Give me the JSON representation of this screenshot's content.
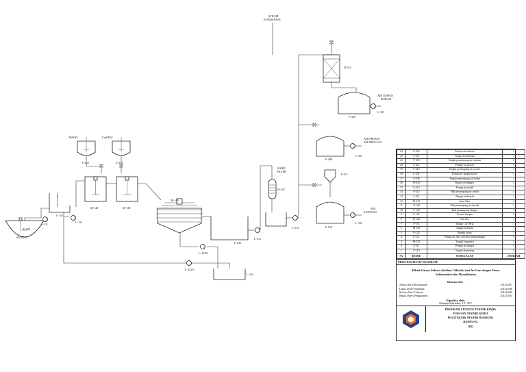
{
  "flow_labels": {
    "steam": "STEAM",
    "kondensat": "KONDENSAT",
    "sand_filter_1": "SAND",
    "sand_filter_2": "FILTER",
    "air_umpan_boiler_1": "AIR UMPAN",
    "air_umpan_boiler_2": "BOILER",
    "air_proses_1": "AIR PROSES",
    "air_proses_2": "AIR PENCUCI",
    "air_sanitasi_1": "AIR",
    "air_sanitasi_2": "SANITASI",
    "sungai": "SUNGAI",
    "tawas": "TAWAS",
    "caoh2": "Ca(OH)2"
  },
  "equipment_tags": {
    "l111": "L-111",
    "l121": "L-121",
    "l110": "L-110",
    "f100": "F-100",
    "f122": "F-122",
    "f131": "F-131",
    "m120": "M-120",
    "m130": "M-130",
    "b140": "B-140",
    "f143": "F-143",
    "l142": "L-142",
    "l141b": "L-141B",
    "l141a": "L-141A",
    "l211": "L-211",
    "h210": "H-210",
    "l213": "L-213",
    "d310": "D-310",
    "f330": "F-330",
    "l331": "L-331",
    "f400": "F-400",
    "l411": "L-411",
    "f511": "F-511",
    "f510": "F-510",
    "l512": "L-512"
  },
  "legend": {
    "headers": {
      "no": "No",
      "kode": "KODE",
      "nama": "NAMA ALAT",
      "jumlah": "JUMLAH"
    },
    "rows": [
      {
        "no": "22",
        "kode": "L-512",
        "nama": "Pompa air sanitasi",
        "jumlah": "1"
      },
      {
        "no": "23",
        "kode": "F-511",
        "nama": "Tangki desinfektan",
        "jumlah": "1"
      },
      {
        "no": "21",
        "kode": "F-510",
        "nama": "Tangki penampung air sanitasi",
        "jumlah": "1"
      },
      {
        "no": "20",
        "kode": "L-411",
        "nama": "Pompa air proses",
        "jumlah": "1"
      },
      {
        "no": "19",
        "kode": "F-410",
        "nama": "Tangki penampung air proses",
        "jumlah": "1"
      },
      {
        "no": "18",
        "kode": "L-331",
        "nama": "Pompa air umpan boiler",
        "jumlah": "1"
      },
      {
        "no": "17",
        "kode": "F-330",
        "nama": "Tangki penampung air boiler",
        "jumlah": "1"
      },
      {
        "no": "16",
        "kode": "D-310",
        "nama": "Kation exchanger",
        "jumlah": "1"
      },
      {
        "no": "15",
        "kode": "L-213",
        "nama": "Pompa air jernih",
        "jumlah": "1"
      },
      {
        "no": "14",
        "kode": "F-212",
        "nama": "Bak penampung air jernih",
        "jumlah": "1"
      },
      {
        "no": "13",
        "kode": "L-211",
        "nama": "Pompa air bersih",
        "jumlah": "1"
      },
      {
        "no": "12",
        "kode": "H-210",
        "nama": "Sand filter",
        "jumlah": "1"
      },
      {
        "no": "11",
        "kode": "F-143",
        "nama": "Bak penampung air bersih",
        "jumlah": "1"
      },
      {
        "no": "10",
        "kode": "F-142",
        "nama": "Bak penampung lumpur",
        "jumlah": "1"
      },
      {
        "no": "9",
        "kode": "L-141",
        "nama": "Pompa lumpur",
        "jumlah": "1"
      },
      {
        "no": "8",
        "kode": "B-140",
        "nama": "Clarifier",
        "jumlah": "1"
      },
      {
        "no": "7",
        "kode": "F-131",
        "nama": "Tangki Ca(OH)2",
        "jumlah": "1"
      },
      {
        "no": "6",
        "kode": "M-130",
        "nama": "Tangki flokulasi",
        "jumlah": "1"
      },
      {
        "no": "5",
        "kode": "F-122",
        "nama": "Tangki tawas",
        "jumlah": "1"
      },
      {
        "no": "4",
        "kode": "L-121",
        "nama": "Pompa air dari overflow pengendapan",
        "jumlah": "1"
      },
      {
        "no": "3",
        "kode": "M-120",
        "nama": "Tangki koagulasi",
        "jumlah": "1"
      },
      {
        "no": "2",
        "kode": "L-111",
        "nama": "Pompa air sungai",
        "jumlah": "1"
      },
      {
        "no": "1",
        "kode": "F-110",
        "nama": "Tangki skimming",
        "jumlah": "1"
      }
    ]
  },
  "title_block": {
    "pfd_title": "PROCESS FLOW DIAGRAM",
    "project_1": "Pabrik Garam Industri (Sodium Chloride) dari Air Laut dengan Proses",
    "project_2": "Sedimentation dan Microfiltration",
    "prepared_by": "Disusun oleh :",
    "people": [
      {
        "name": "Anissa Nurul Rochmawati",
        "nim": "201411001"
      },
      {
        "name": "Lakita Dodo Pramudita",
        "nim": "201411048"
      },
      {
        "name": "Mutiara Putri Cahyani",
        "nim": "201411026"
      },
      {
        "name": "Regita Deavy Pengganden",
        "nim": "201411034"
      }
    ],
    "checked_by": "Diperiksa oleh :",
    "supervisor": "Ghanima Febriadun, S.T., M.T.",
    "org_1": "PROGRAM STUDI D3 TEKNIK KIMIA",
    "org_2": "JURUSAN TEKNIK KIMIA",
    "org_3": "POLITEKNIK NEGERI BANDUNG",
    "org_4": "BANDUNG",
    "org_5": "2022"
  },
  "colors": {
    "logo_orange": "#e8731b",
    "logo_blue": "#2c3f8f",
    "ink": "#222222"
  }
}
